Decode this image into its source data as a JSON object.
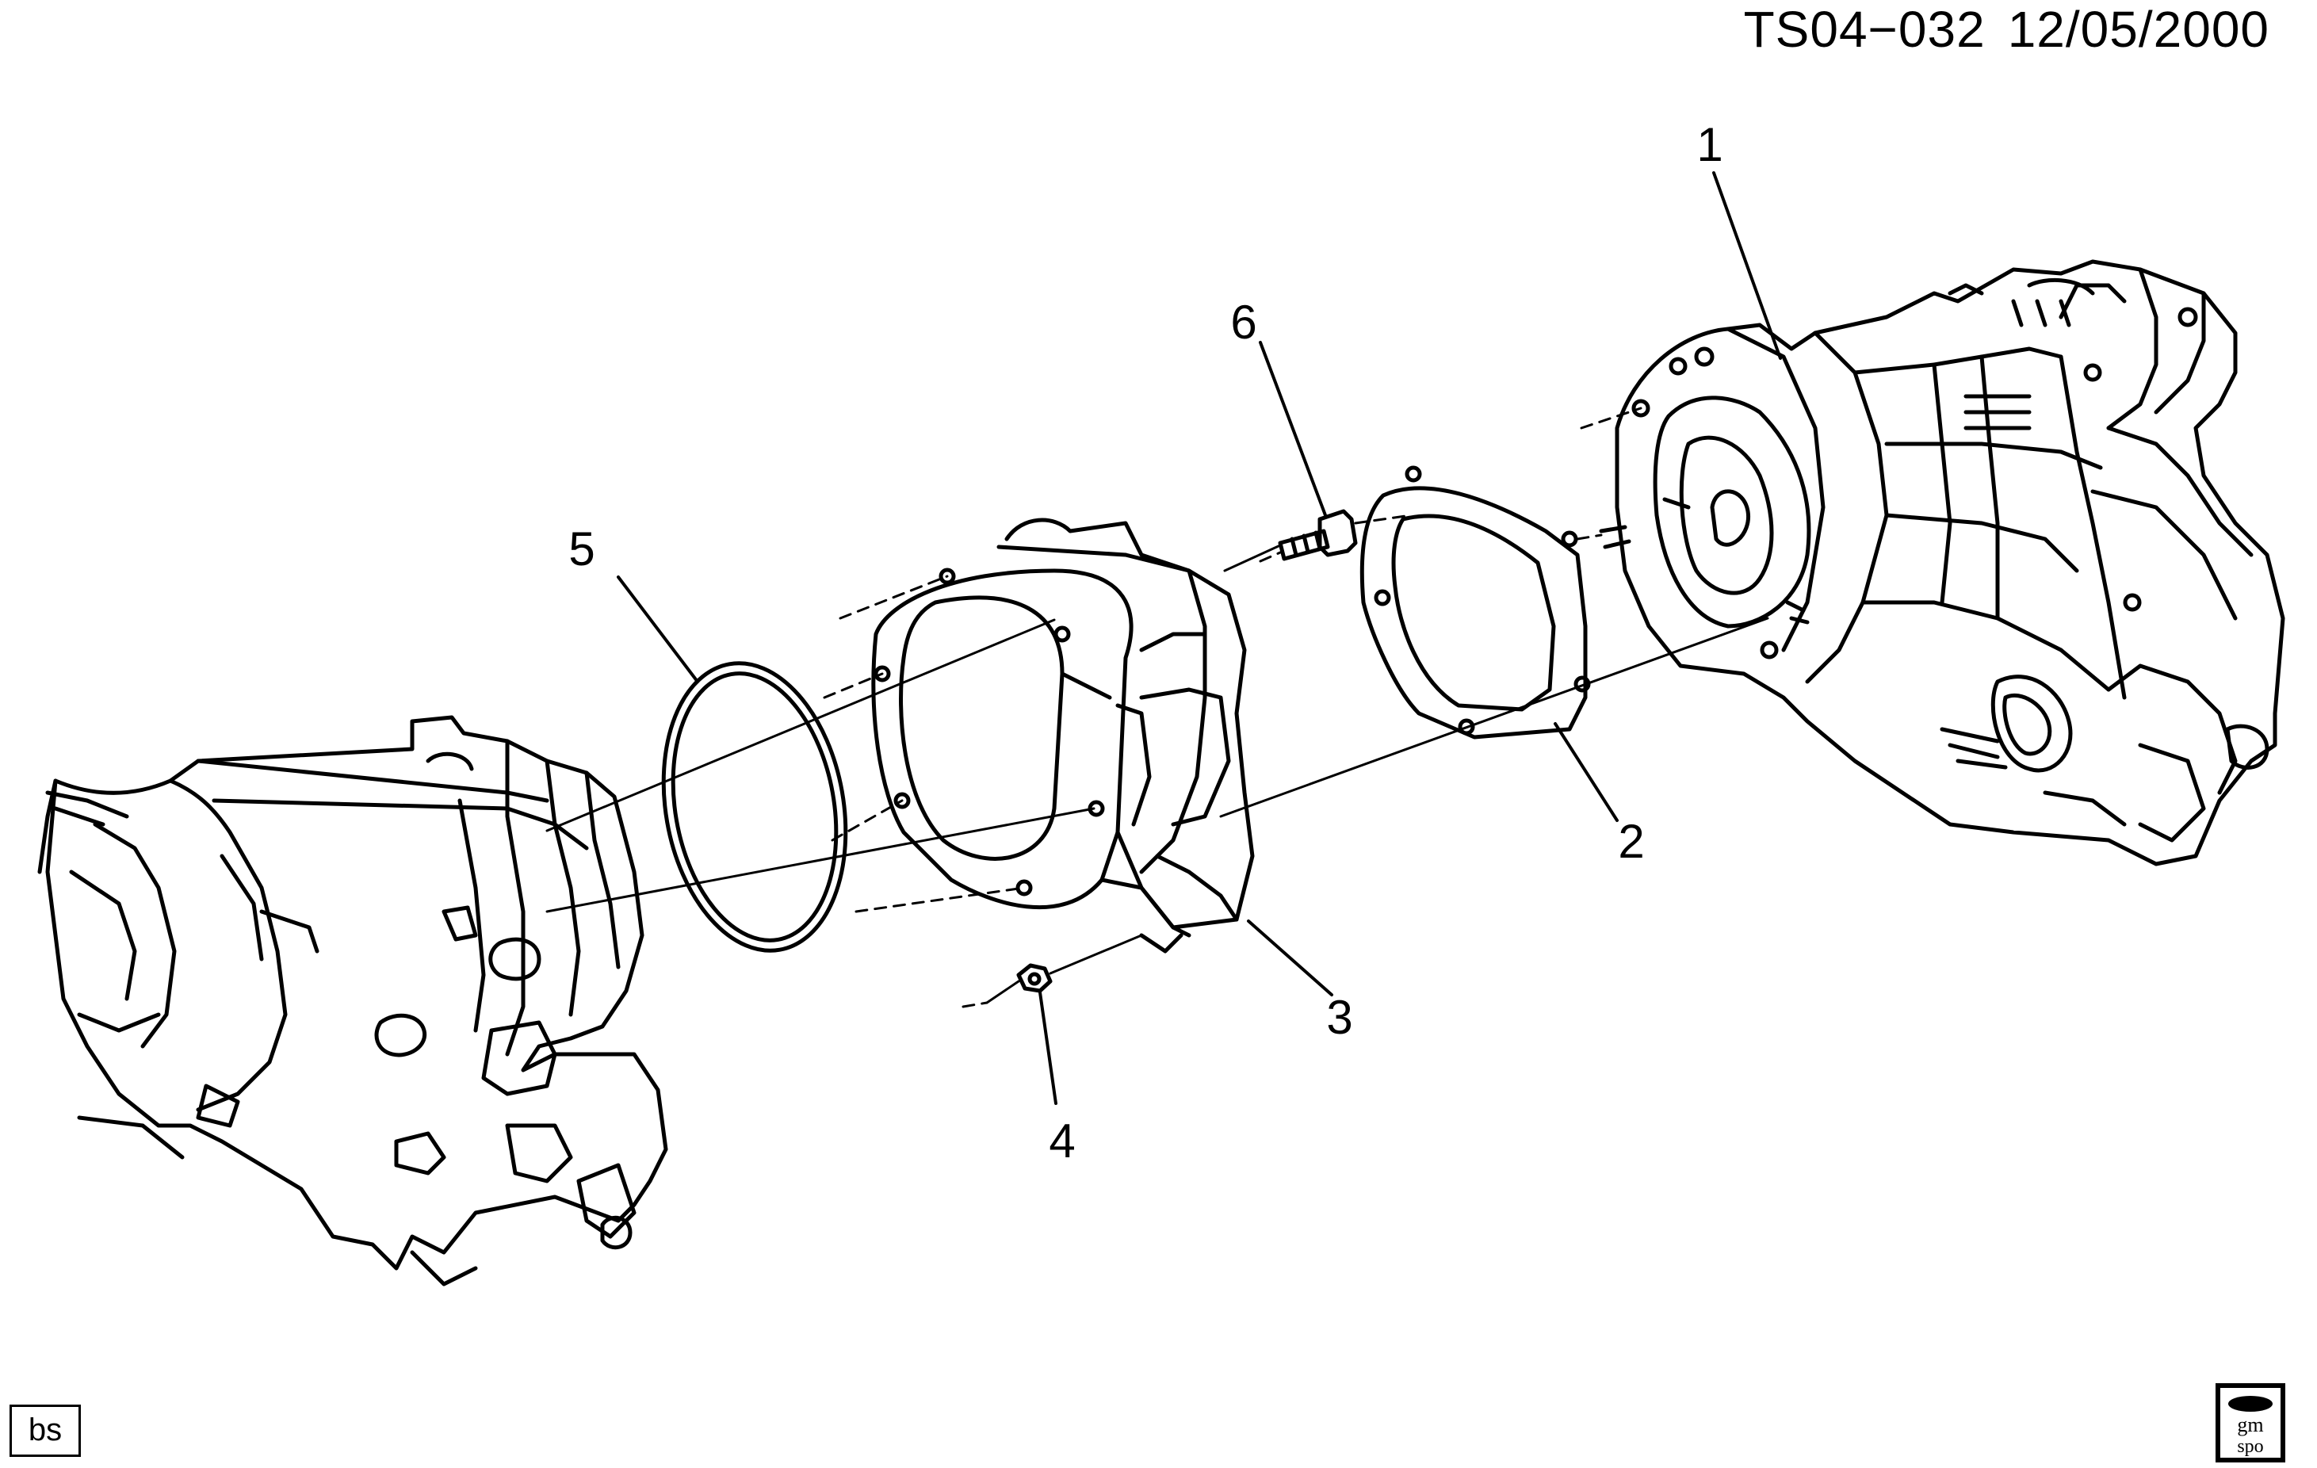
{
  "header": {
    "diagram_code": "TS04−032",
    "date": "12/05/2000"
  },
  "callouts": [
    {
      "id": "1",
      "label": "1"
    },
    {
      "id": "2",
      "label": "2"
    },
    {
      "id": "3",
      "label": "3"
    },
    {
      "id": "4",
      "label": "4"
    },
    {
      "id": "5",
      "label": "5"
    },
    {
      "id": "6",
      "label": "6"
    }
  ],
  "footer": {
    "initials_box": "bs",
    "logo_text_top": "gm",
    "logo_text_bottom": "spo"
  }
}
